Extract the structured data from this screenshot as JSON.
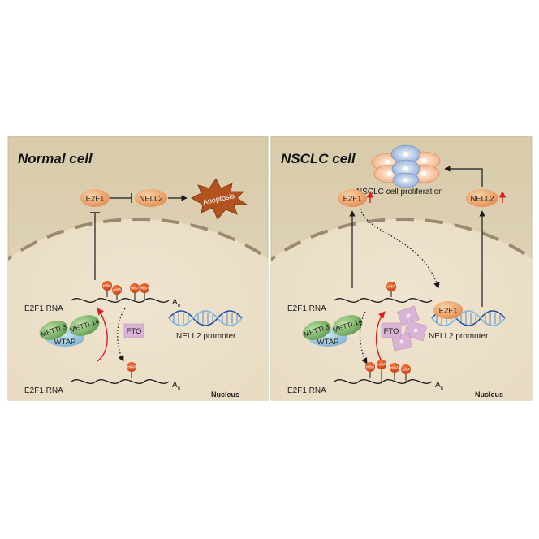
{
  "left": {
    "title": "Normal cell",
    "e2f1_protein": "E2F1",
    "nell2_protein": "NELL2",
    "apoptosis": "Apoptosis",
    "e2f1_rna_top": "E2F1 RNA",
    "e2f1_rna_bottom": "E2F1 RNA",
    "mettl3": "METTL3",
    "mettl14": "METTL14",
    "wtap": "WTAP",
    "fto": "FTO",
    "nell2_promoter": "NELL2 promoter",
    "nucleus": "Nucleus",
    "m6a": "m6A",
    "poly_a": "A",
    "poly_a_sub": "n"
  },
  "right": {
    "title": "NSCLC cell",
    "proliferation": "NSCLC cell proliferation",
    "e2f1_protein": "E2F1",
    "nell2_protein": "NELL2",
    "e2f1_rna_top": "E2F1 RNA",
    "e2f1_rna_bottom": "E2F1 RNA",
    "mettl3": "METTL3",
    "mettl14": "METTL14",
    "wtap": "WTAP",
    "fto": "FTO",
    "e2f1_bound": "E2F1",
    "nell2_promoter": "NELL2 promoter",
    "nucleus": "Nucleus",
    "m6a": "m6A",
    "poly_a": "A",
    "poly_a_sub": "n"
  },
  "colors": {
    "cytoplasm_top": "#ddd2b6",
    "cytoplasm_bottom": "#cfc2a1",
    "nucleus": "#e9dcc4",
    "e2f1": "#f0a368",
    "nell2": "#e8a76a",
    "m6a": "#e0501e",
    "mettl3": "#7bb66a",
    "wtap": "#9cc6dc",
    "fto": "#d9b4d6",
    "apoptosis": "#b2531f",
    "red_arrow": "#d81e1e",
    "dna_dark": "#1f4fa0",
    "dna_light": "#79b6e6"
  }
}
